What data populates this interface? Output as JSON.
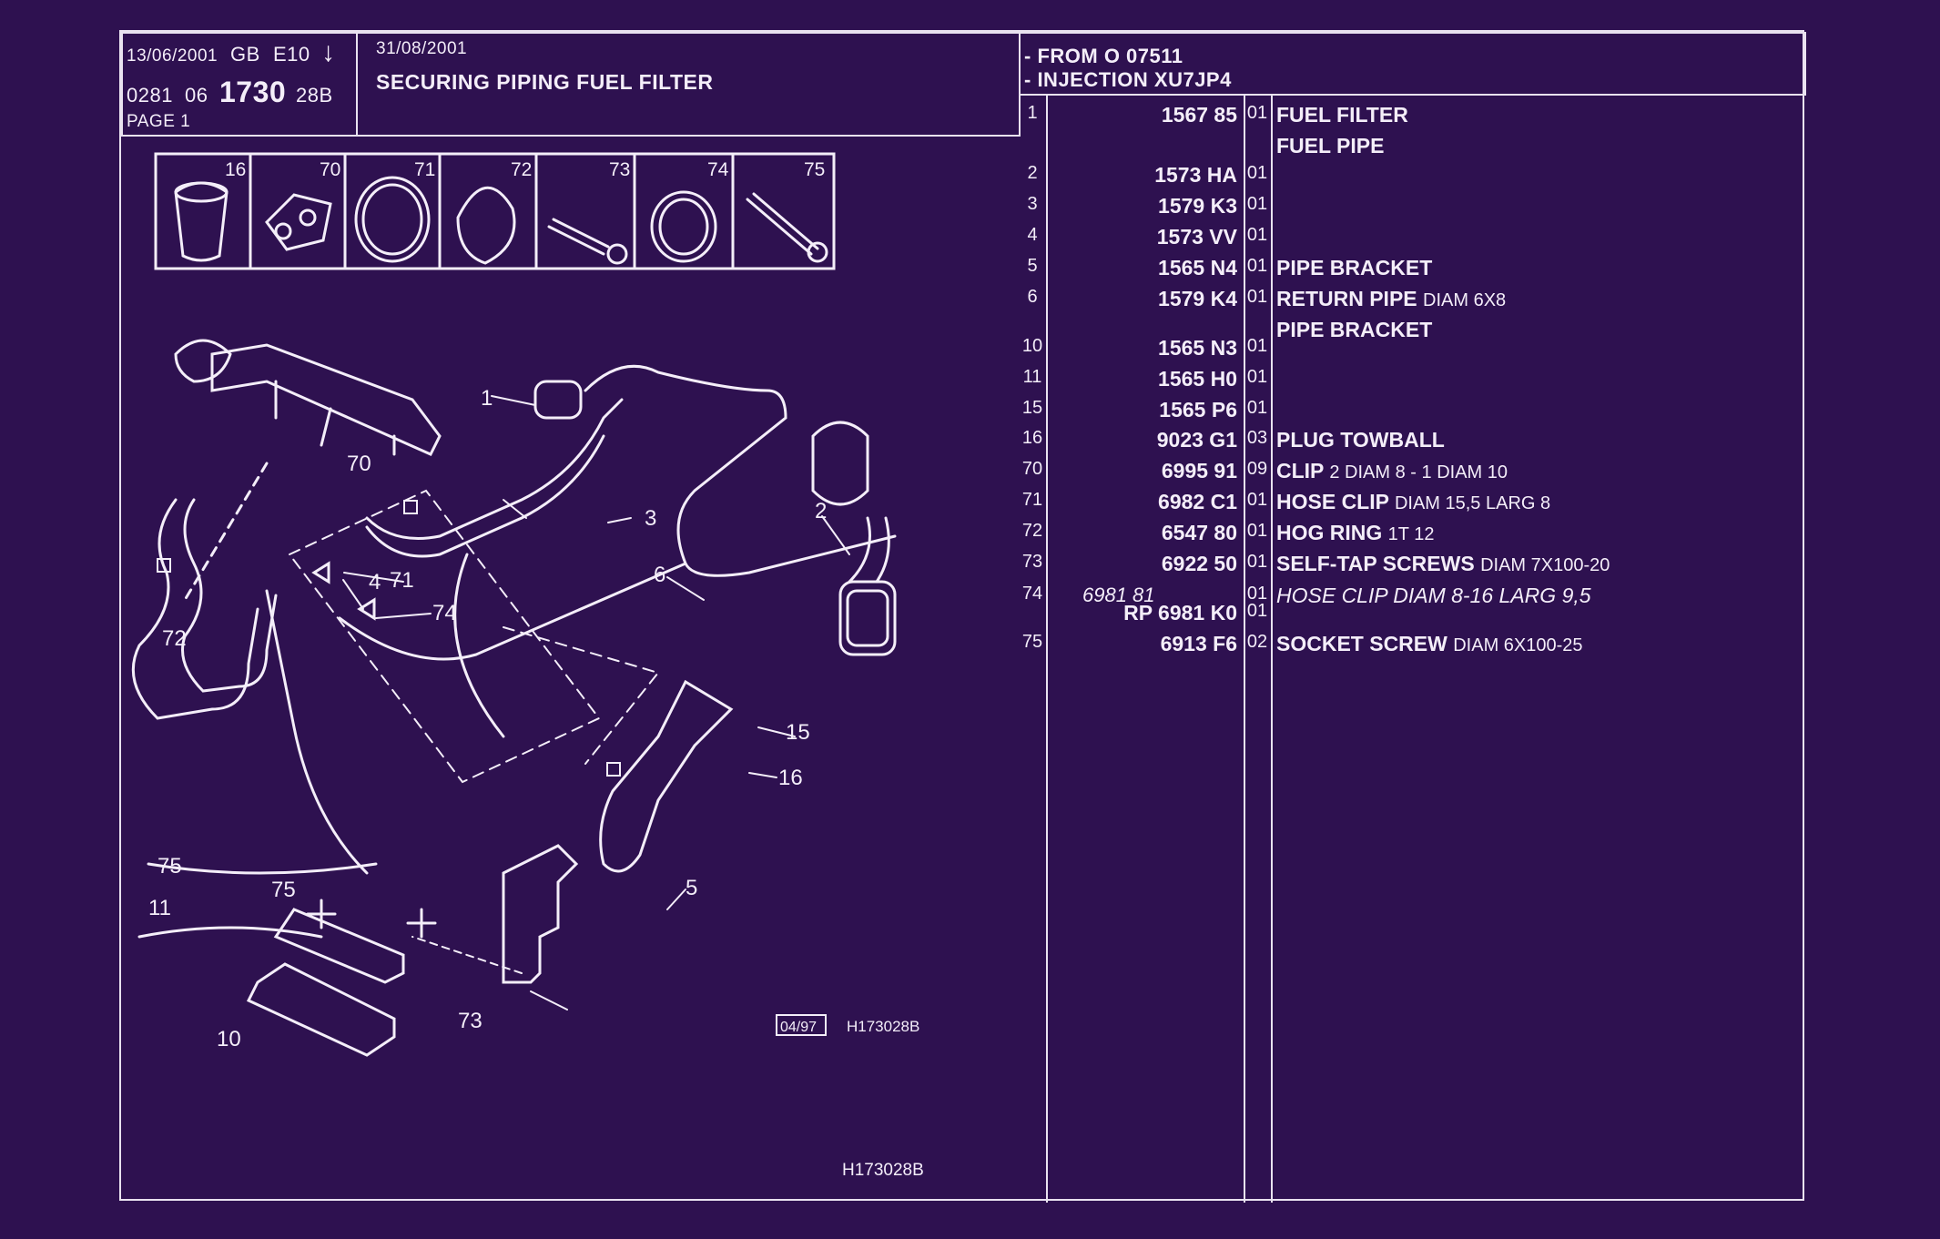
{
  "header": {
    "date1": "13/06/2001",
    "lang": "GB",
    "edition": "E10",
    "arrow": "↓",
    "code_a": "0281",
    "code_b": "06",
    "code_main": "1730",
    "code_c": "28B",
    "page": "PAGE 1",
    "date2": "31/08/2001",
    "title": "SECURING PIPING FUEL FILTER",
    "from_line": "- FROM  O   07511",
    "injection_line": "- INJECTION XU7JP4"
  },
  "diagram": {
    "thumbnails": [
      "16",
      "70",
      "71",
      "72",
      "73",
      "74",
      "75"
    ],
    "callouts": [
      "1",
      "2",
      "3",
      "4",
      "5",
      "6",
      "10",
      "11",
      "15",
      "16",
      "70",
      "71",
      "72",
      "73",
      "74",
      "75",
      "75"
    ],
    "stamp_date": "04/97",
    "stamp_ref": "H173028B",
    "footer_ref": "H173028B"
  },
  "parts": [
    {
      "idx": "1",
      "ref1": "",
      "ref": "1567 85",
      "qty": "01",
      "desc": "FUEL FILTER",
      "sub": "",
      "italic": false
    },
    {
      "idx": "",
      "ref1": "",
      "ref": "",
      "qty": "",
      "desc": "FUEL PIPE",
      "sub": "",
      "italic": false
    },
    {
      "idx": "2",
      "ref1": "",
      "ref": "1573 HA",
      "qty": "01",
      "desc": "",
      "sub": "",
      "italic": false
    },
    {
      "idx": "3",
      "ref1": "",
      "ref": "1579 K3",
      "qty": "01",
      "desc": "",
      "sub": "",
      "italic": false
    },
    {
      "idx": "4",
      "ref1": "",
      "ref": "1573 VV",
      "qty": "01",
      "desc": "",
      "sub": "",
      "italic": false
    },
    {
      "idx": "5",
      "ref1": "",
      "ref": "1565 N4",
      "qty": "01",
      "desc": "PIPE BRACKET",
      "sub": "",
      "italic": false
    },
    {
      "idx": "6",
      "ref1": "",
      "ref": "1579 K4",
      "qty": "01",
      "desc": "RETURN PIPE",
      "sub": "DIAM 6X8",
      "italic": false
    },
    {
      "idx": "",
      "ref1": "",
      "ref": "",
      "qty": "",
      "desc": "PIPE BRACKET",
      "sub": "",
      "italic": false
    },
    {
      "idx": "10",
      "ref1": "",
      "ref": "1565 N3",
      "qty": "01",
      "desc": "",
      "sub": "",
      "italic": false
    },
    {
      "idx": "11",
      "ref1": "",
      "ref": "1565 H0",
      "qty": "01",
      "desc": "",
      "sub": "",
      "italic": false
    },
    {
      "idx": "15",
      "ref1": "",
      "ref": "1565 P6",
      "qty": "01",
      "desc": "",
      "sub": "",
      "italic": false
    },
    {
      "idx": "16",
      "ref1": "",
      "ref": "9023 G1",
      "qty": "03",
      "desc": "PLUG TOWBALL",
      "sub": "",
      "italic": false
    },
    {
      "idx": "70",
      "ref1": "",
      "ref": "6995 91",
      "qty": "09",
      "desc": "CLIP",
      "sub": "2 DIAM 8 - 1 DIAM 10",
      "italic": false
    },
    {
      "idx": "71",
      "ref1": "",
      "ref": "6982 C1",
      "qty": "01",
      "desc": "HOSE CLIP",
      "sub": "DIAM 15,5 LARG 8",
      "italic": false
    },
    {
      "idx": "72",
      "ref1": "",
      "ref": "6547 80",
      "qty": "01",
      "desc": "HOG RING",
      "sub": "1T 12",
      "italic": false
    },
    {
      "idx": "73",
      "ref1": "",
      "ref": "6922 50",
      "qty": "01",
      "desc": "SELF-TAP SCREWS",
      "sub": "DIAM 7X100-20",
      "italic": false
    },
    {
      "idx": "74",
      "ref1": "6981 81",
      "ref": "",
      "qty": "01",
      "desc": "HOSE CLIP DIAM 8-16 LARG 9,5",
      "sub": "",
      "italic": true
    },
    {
      "idx": "",
      "ref1": "",
      "ref": "RP  6981 K0",
      "qty": "01",
      "desc": "",
      "sub": "",
      "italic": false
    },
    {
      "idx": "75",
      "ref1": "",
      "ref": "6913 F6",
      "qty": "02",
      "desc": "SOCKET SCREW",
      "sub": "DIAM 6X100-25",
      "italic": false
    }
  ]
}
